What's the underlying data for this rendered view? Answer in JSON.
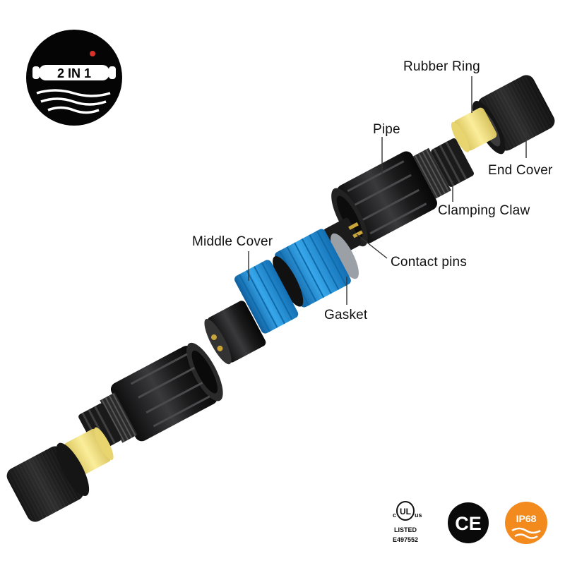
{
  "logo": {
    "text": "2 IN 1"
  },
  "labels": {
    "rubber_ring": "Rubber Ring",
    "end_cover": "End Cover",
    "pipe": "Pipe",
    "clamping_claw": "Clamping Claw",
    "middle_cover": "Middle Cover",
    "contact_pins": "Contact pins",
    "gasket": "Gasket"
  },
  "certifications": {
    "ul": {
      "c": "c",
      "mark": "UL",
      "us": "us",
      "listed": "LISTED",
      "file": "E497552"
    },
    "ce": {
      "mark": "CE"
    },
    "ip": {
      "mark": "IP68"
    }
  },
  "colors": {
    "part_black": "#1d1d1f",
    "cover_blue": "#1e8fd6",
    "ring_yellow": "#f2df7a",
    "ip_orange": "#f28a1e"
  }
}
